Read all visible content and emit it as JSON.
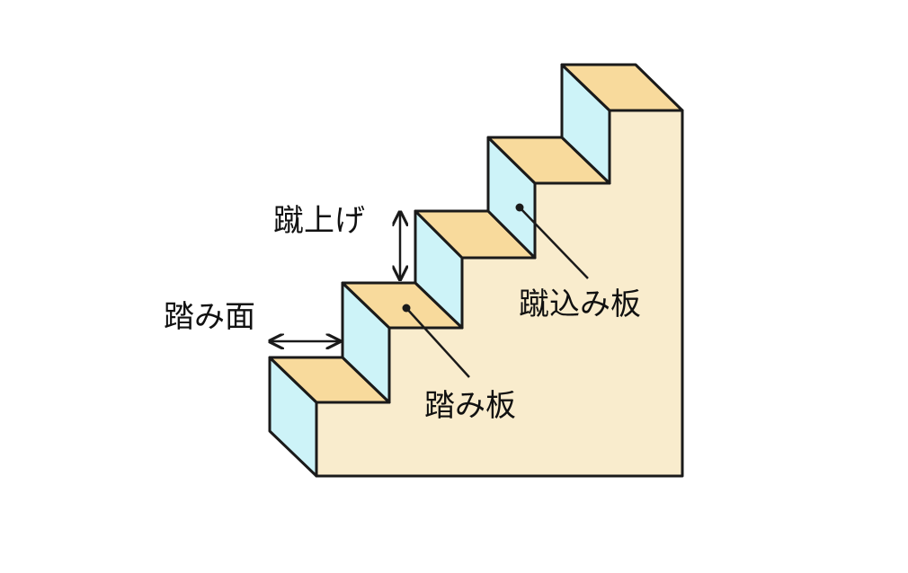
{
  "labels": {
    "fumizura": "踏み面",
    "keage": "蹴上げ",
    "fumiita": "踏み板",
    "kekomiita": "蹴込み板"
  },
  "colors": {
    "tread": "#f8da9c",
    "riser": "#cdf3f8",
    "side": "#f9eccd",
    "outline": "#1a1a1a",
    "text": "#111111"
  }
}
